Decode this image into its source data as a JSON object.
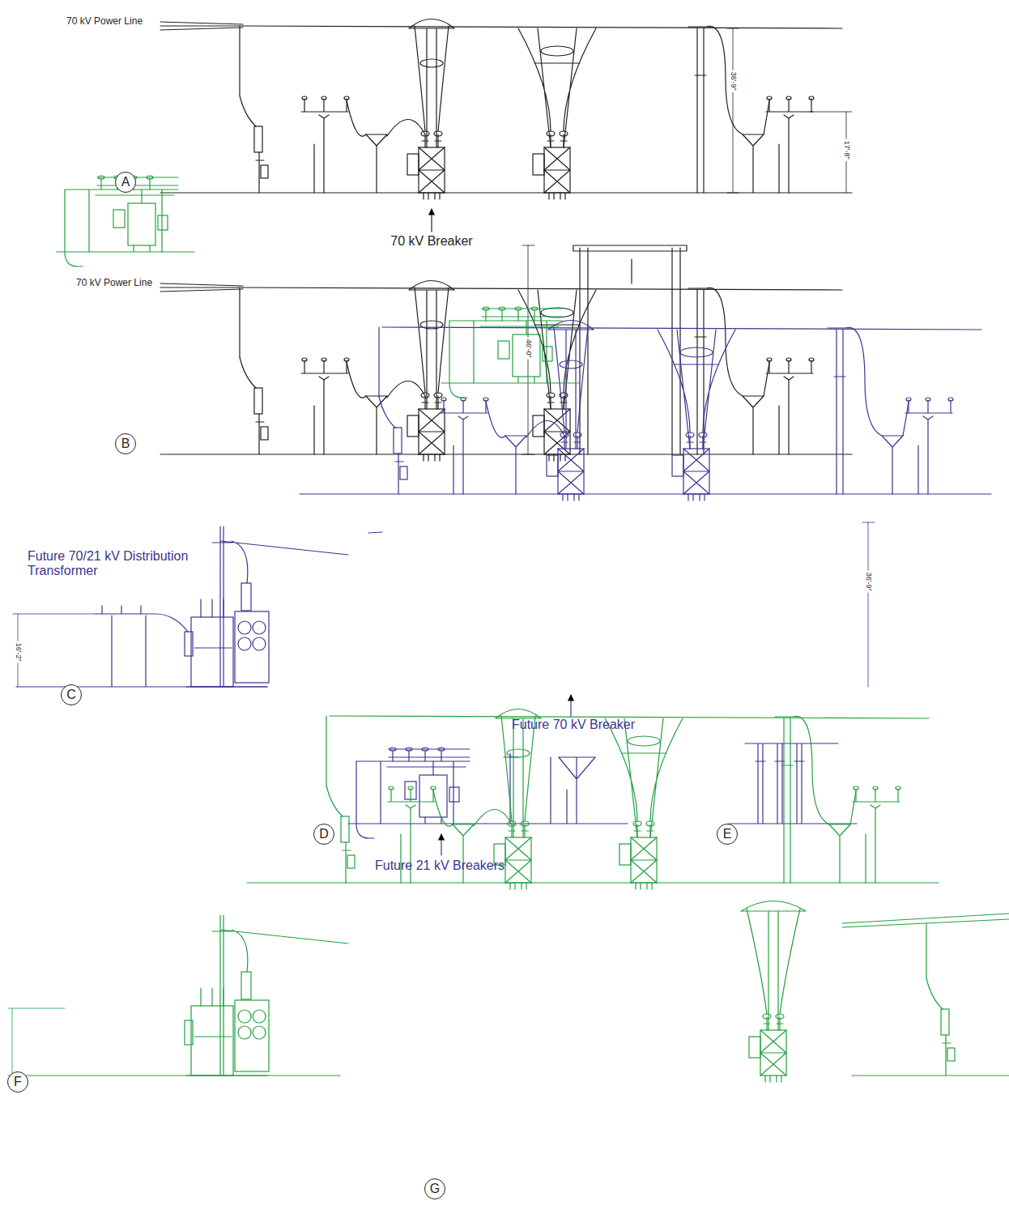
{
  "diagram": {
    "nodes": [
      {
        "text": [
          "A"
        ]
      },
      {
        "text": [
          "B"
        ]
      },
      {
        "text": [
          "C"
        ]
      },
      {
        "text": [
          "D"
        ]
      },
      {
        "text": [
          "E"
        ]
      },
      {
        "text": [
          "F"
        ]
      },
      {
        "text": [
          "G"
        ]
      }
    ],
    "labels": [
      "70 kV Power Line",
      "70 kV Breaker",
      "36'-9\"",
      "17'-8\"",
      "70 kV Power Line",
      "46'-0\"",
      "Future 70/21 kV Distribution Transformer",
      "16'-2\"",
      "36'-9\"",
      "Future 70 kV Breaker",
      "Future 21 kV Breakers"
    ]
  }
}
